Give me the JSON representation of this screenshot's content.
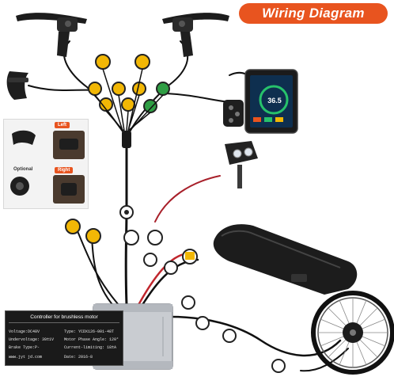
{
  "title": "Wiring Diagram",
  "inset": {
    "left_label": "Left",
    "right_label": "Right",
    "optional_label": "Optional"
  },
  "controller_label": {
    "title": "Controller for brushless motor",
    "rows_left": [
      "Voltage:DC48V",
      "Undervoltage: 39±1V",
      "Brake Type:P-",
      "www.jyt jd.com"
    ],
    "rows_right": [
      "Type: YCDX126-001-48T",
      "Motor Phase Angle: 120°",
      "Current-limiting: 18±A",
      "Date: 2016-8"
    ]
  },
  "display": {
    "speed": "36.5"
  },
  "colors": {
    "accent": "#e8541f",
    "connector_yellow": "#f2b705",
    "connector_green": "#2f9e44",
    "cable": "#111111",
    "controller": "#c9ccd1",
    "battery": "#1c1c1c"
  },
  "icons": [
    "brake-lever-icon",
    "throttle-icon",
    "display-icon",
    "headlight-icon",
    "battery-icon",
    "controller-icon",
    "wheel-motor-icon",
    "connector-icon"
  ]
}
